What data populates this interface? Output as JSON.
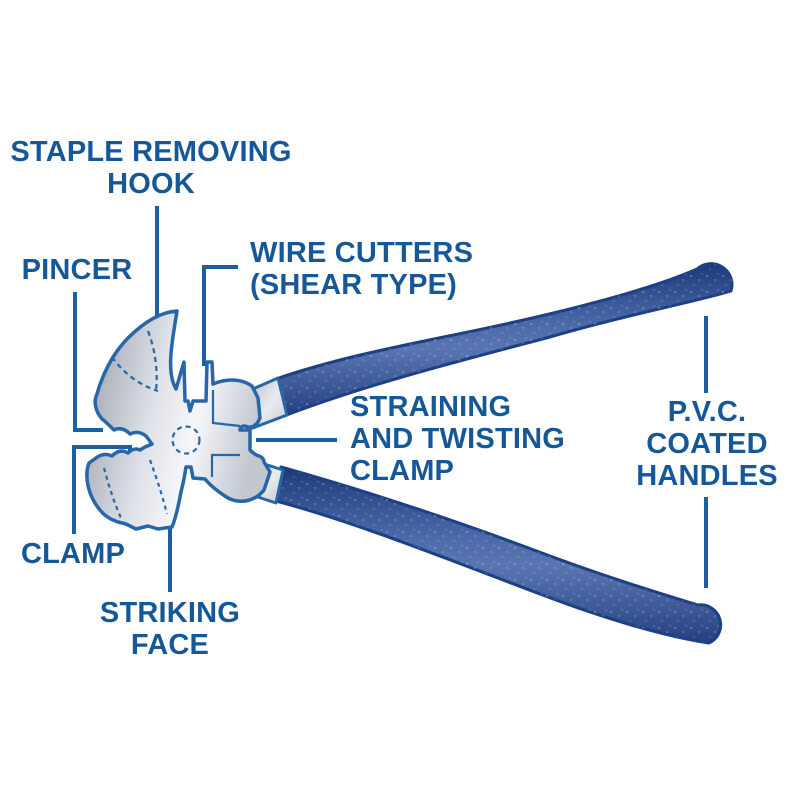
{
  "diagram": {
    "subject": "fencing-pliers-parts",
    "background": "#ffffff"
  },
  "colors": {
    "label_text": "#165897",
    "leader_line": "#1d5fa3",
    "metal_outline": "#2766a8",
    "metal_light": "#f6f7f9",
    "metal_dark": "#969daa",
    "handle_blue": "#4a68a8",
    "handle_dark": "#1d3a78"
  },
  "labels": {
    "staple_removing_hook": {
      "line1": "STAPLE REMOVING",
      "line2": "HOOK"
    },
    "pincer": {
      "line1": "PINCER"
    },
    "wire_cutters": {
      "line1": "WIRE CUTTERS",
      "line2": "(SHEAR TYPE)"
    },
    "straining_clamp": {
      "line1": "STRAINING",
      "line2": "AND TWISTING",
      "line3": "CLAMP"
    },
    "pvc_handles": {
      "line1": "P.V.C.",
      "line2": "COATED",
      "line3": "HANDLES"
    },
    "clamp": {
      "line1": "CLAMP"
    },
    "striking_face": {
      "line1": "STRIKING",
      "line2": "FACE"
    }
  }
}
